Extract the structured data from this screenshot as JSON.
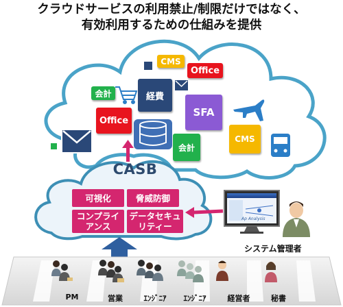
{
  "title": {
    "line1": "クラウドサービスの利用禁止/制限だけではなく、",
    "line2": "有効利用するための仕組みを提供"
  },
  "colors": {
    "cloud_fill": "#ffffff",
    "cloud_stroke": "#4aa3c8",
    "casb_fill": "#ecf4fa",
    "casb_stroke": "#3d8fb5",
    "magenta": "#d4266f",
    "red": "#e8141e",
    "green": "#22b14c",
    "purple": "#8b5ad4",
    "yellow": "#f5b800",
    "navy": "#2a4878",
    "arrow_blue": "#2f5f9f",
    "icon_blue": "#2b7ec7"
  },
  "apps": {
    "cms_top": "CMS",
    "office_top": "Office",
    "kaikei_top": "会計",
    "keihi": "経費",
    "office_mid": "Office",
    "sfa": "SFA",
    "kaikei_bottom": "会計",
    "cms_bottom": "CMS"
  },
  "casb": {
    "title": "CASB",
    "visibility": "可視化",
    "threat": "脅威防御",
    "compliance": "コンプライ\nアンス",
    "data_security": "データセキュ\nリティー"
  },
  "admin": {
    "label": "システム管理者",
    "screen_title": "Ap Analysis"
  },
  "users": [
    {
      "label": "PM",
      "color": "#6b7c8c"
    },
    {
      "label": "営業",
      "color": "#4a4a4a"
    },
    {
      "label": "ｴﾝｼﾞﾆｱ",
      "color": "#5d6d79"
    },
    {
      "label": "ｴﾝｼﾞﾆｱ",
      "color": "#8aa39a"
    },
    {
      "label": "経営者",
      "color": "#7b3b2b"
    },
    {
      "label": "秘書",
      "color": "#c25a6a"
    }
  ]
}
